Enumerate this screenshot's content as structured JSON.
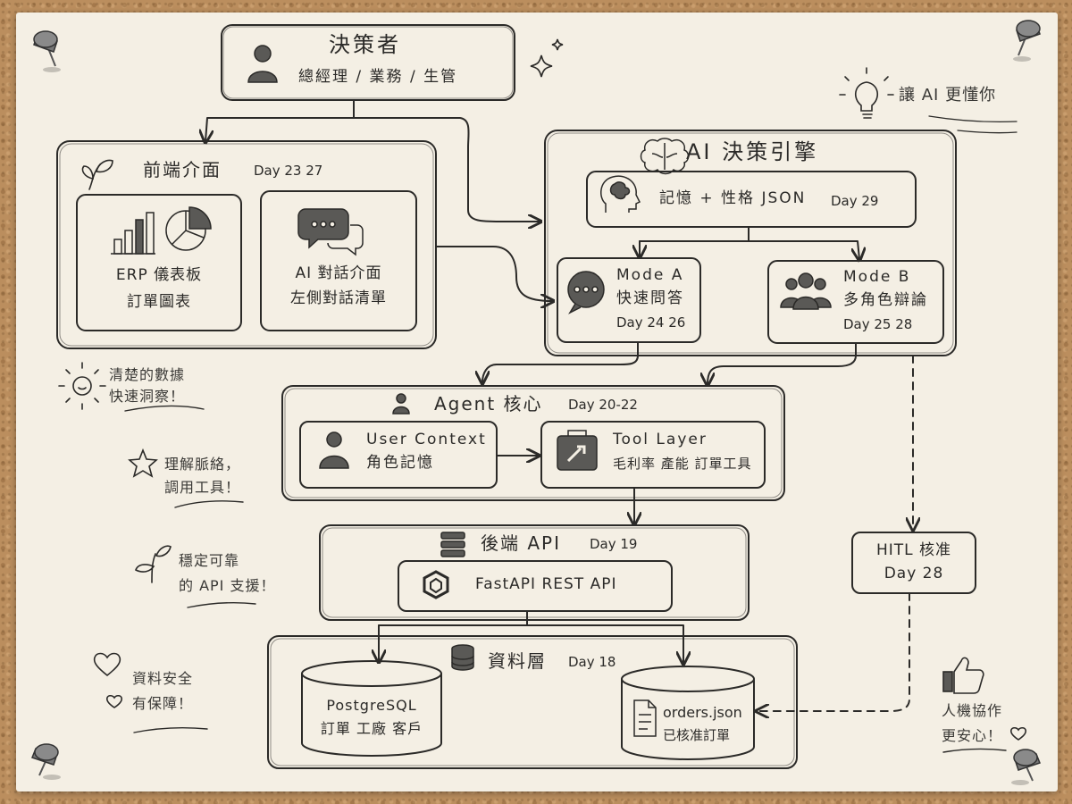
{
  "decision_maker": {
    "title": "決策者",
    "subtitle": "總經理 / 業務 / 生管"
  },
  "frontend": {
    "title": "前端介面",
    "days": "Day 23 27",
    "erp": {
      "line1": "ERP 儀表板",
      "line2": "訂單圖表"
    },
    "chat": {
      "line1": "AI 對話介面",
      "line2": "左側對話清單"
    }
  },
  "ai_engine": {
    "title": "AI 決策引擎",
    "memory": {
      "label": "記憶 + 性格 JSON",
      "day": "Day 29"
    },
    "mode_a": {
      "line1": "Mode A",
      "line2": "快速問答",
      "line3": "Day 24 26"
    },
    "mode_b": {
      "line1": "Mode B",
      "line2": "多角色辯論",
      "line3": "Day 25 28"
    }
  },
  "agent_core": {
    "title": "Agent 核心",
    "day": "Day 20-22",
    "user_context": {
      "line1": "User Context",
      "line2": "角色記憶"
    },
    "tool_layer": {
      "line1": "Tool Layer",
      "line2": "毛利率 產能 訂單工具"
    }
  },
  "backend": {
    "title": "後端 API",
    "day": "Day 19",
    "fastapi": "FastAPI REST API"
  },
  "data_layer": {
    "title": "資料層",
    "day": "Day 18",
    "postgres": {
      "line1": "PostgreSQL",
      "line2": "訂單 工廠 客戶"
    },
    "orders": {
      "line1": "orders.json",
      "line2": "已核准訂單"
    }
  },
  "hitl": {
    "line1": "HITL 核准",
    "line2": "Day 28"
  },
  "notes": {
    "ai_understands": "讓 AI 更懂你",
    "clear_data": {
      "line1": "清楚的數據",
      "line2": "快速洞察！"
    },
    "understand_context": {
      "line1": "理解脈絡，",
      "line2": "調用工具！"
    },
    "stable_api": {
      "line1": "穩定可靠",
      "line2": "的 API 支援！"
    },
    "data_safe": {
      "line1": "資料安全",
      "line2": "有保障！"
    },
    "human_machine": {
      "line1": "人機協作",
      "line2": "更安心！"
    }
  },
  "colors": {
    "ink": "#2b2a28",
    "paper": "#f4efe4",
    "cork": "#bb8e5e",
    "icon_fill": "#5a5956"
  },
  "icons": [
    "user-icon",
    "sprout-icon",
    "bar-chart-icon",
    "pie-chart-icon",
    "chat-bubbles-icon",
    "brain-icon",
    "head-brain-icon",
    "chat-bubble-icon",
    "group-icon",
    "toolbox-icon",
    "server-icon",
    "fastapi-hexagon-icon",
    "database-icon",
    "document-icon",
    "lightbulb-icon",
    "sparkle-icon",
    "sun-icon",
    "star-icon",
    "heart-icon",
    "thumbs-up-icon",
    "pushpin-icon"
  ]
}
